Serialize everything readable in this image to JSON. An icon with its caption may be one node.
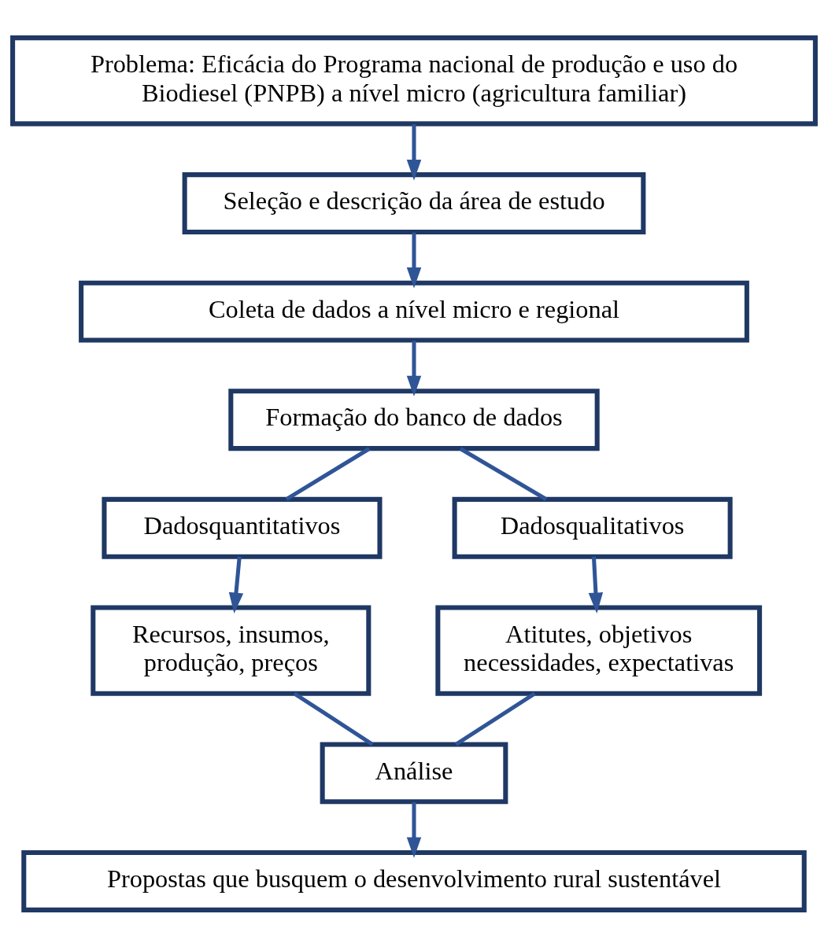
{
  "diagram": {
    "nodes": [
      {
        "text": [
          "Problema: Eficácia do Programa nacional de produção e uso do Biodiesel (PNPB) a nível micro (agricultura familiar)"
        ]
      },
      {
        "text": [
          "Seleção e descrição da área de estudo"
        ]
      },
      {
        "text": [
          "Coleta de dados a nível micro e regional"
        ]
      },
      {
        "text": [
          "Formação do banco de dados"
        ]
      },
      {
        "text": [
          "Dadosquantitativos"
        ]
      },
      {
        "text": [
          "Dadosqualitativos"
        ]
      },
      {
        "text": [
          "Recursos, insumos, produção, preços"
        ]
      },
      {
        "text": [
          "Atitutes, objetivos necessidades, expectativas"
        ]
      },
      {
        "text": [
          "Análise"
        ]
      },
      {
        "text": [
          "Propostas que busquem o desenvolvimento rural sustentável"
        ]
      }
    ],
    "edges": [
      {
        "from": 0,
        "to": 1,
        "arrow": "to"
      },
      {
        "from": 1,
        "to": 2,
        "arrow": "to"
      },
      {
        "from": 2,
        "to": 3,
        "arrow": "to"
      },
      {
        "from": 3,
        "to": 4,
        "arrow": "none"
      },
      {
        "from": 3,
        "to": 5,
        "arrow": "none"
      },
      {
        "from": 4,
        "to": 6,
        "arrow": "to"
      },
      {
        "from": 5,
        "to": 7,
        "arrow": "to"
      },
      {
        "from": 6,
        "to": 8,
        "arrow": "none"
      },
      {
        "from": 7,
        "to": 8,
        "arrow": "none"
      },
      {
        "from": 8,
        "to": 9,
        "arrow": "to"
      }
    ]
  }
}
